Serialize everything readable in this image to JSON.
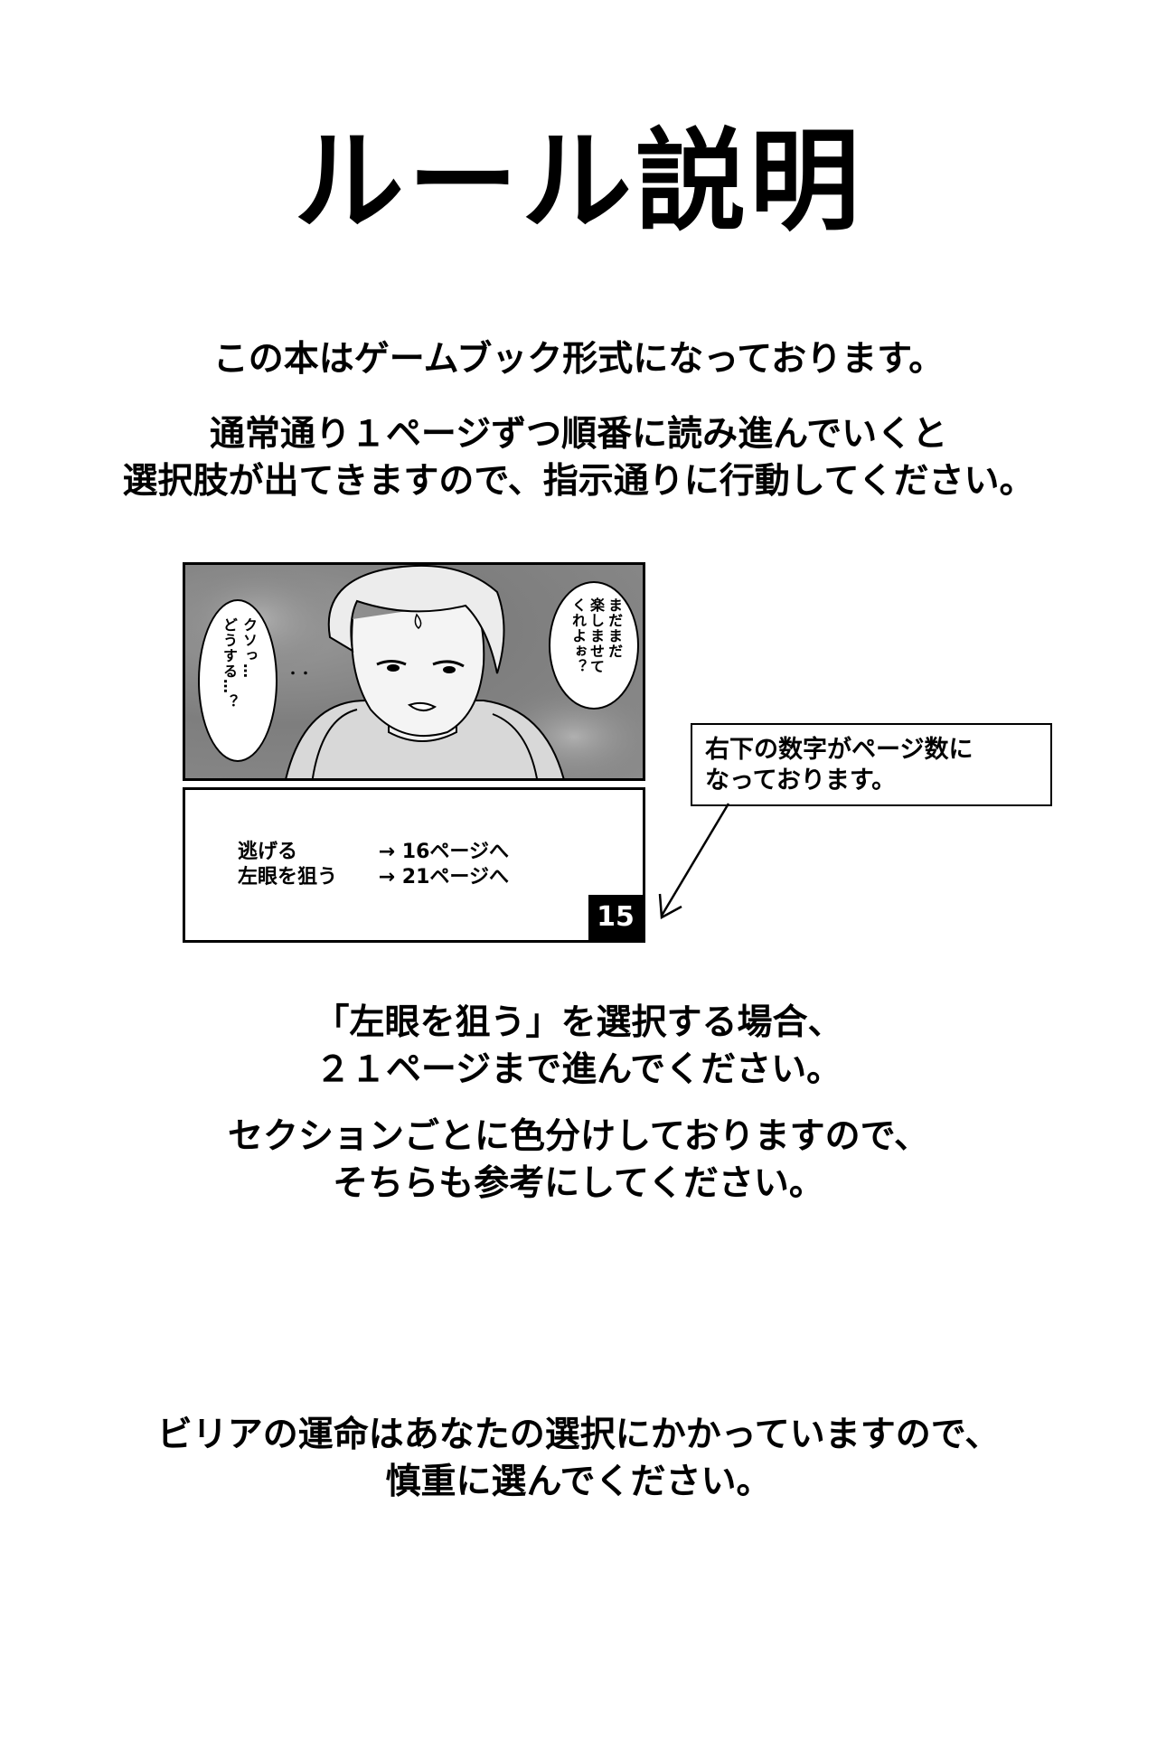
{
  "title": "ルール説明",
  "intro": "この本はゲームブック形式になっております。",
  "instructions": [
    "通常通り１ページずつ順番に読み進んでいくと",
    "選択肢が出てきますので、指示通りに行動してください。"
  ],
  "example": {
    "bubble_left": [
      "クソっ…",
      "どうする…？"
    ],
    "bubble_left_dots": "・・",
    "bubble_right": [
      "まだまだ",
      "楽しませて",
      "くれよぉ？"
    ],
    "choices": [
      {
        "label": "逃げる",
        "target": "→ 16ページへ"
      },
      {
        "label": "左眼を狙う",
        "target": "→ 21ページへ"
      }
    ],
    "page_number": "15"
  },
  "callout": [
    "右下の数字がページ数に",
    "なっております。"
  ],
  "example_explanation": [
    "「左眼を狙う」を選択する場合、",
    "２１ページまで進んでください。"
  ],
  "section_note": [
    "セクションごとに色分けしておりますので、",
    "そちらも参考にしてください。"
  ],
  "closing": [
    "ビリアの運命はあなたの選択にかかっていますので、",
    "慎重に選んでください。"
  ]
}
